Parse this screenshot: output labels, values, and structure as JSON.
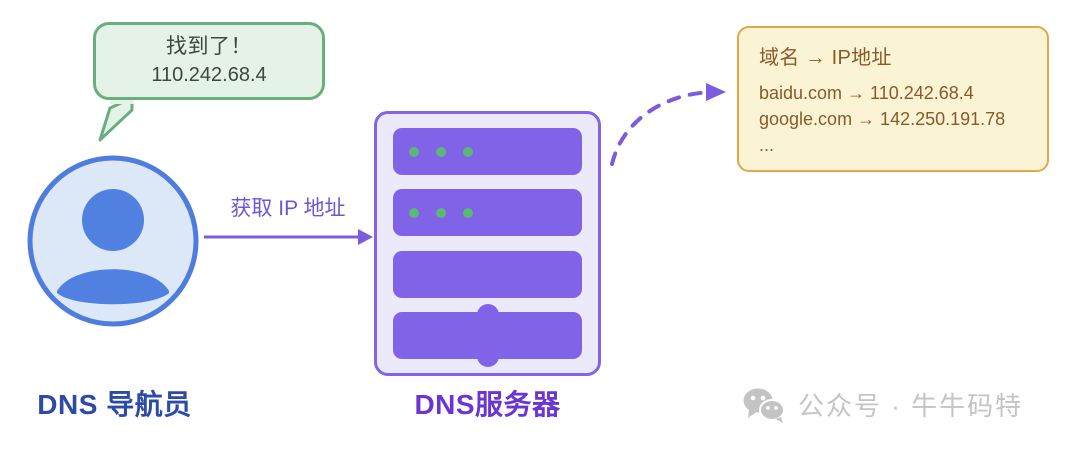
{
  "diagram": {
    "title": "DNS resolution flow",
    "colors": {
      "bubble_fill": "#e4f2e7",
      "bubble_border": "#6aae80",
      "avatar_fill": "#dce7f8",
      "avatar_border": "#4e7ddd",
      "avatar_figure": "#5181e0",
      "server_fill": "#ece9fb",
      "server_border": "#8165e6",
      "rack_fill": "#8163e8",
      "led_green": "#5cb874",
      "arrow_purple": "#7b5ce0",
      "card_fill": "#faf4d5",
      "card_border": "#dfa84b",
      "card_text": "#8a5a2b",
      "label_blue": "#2d4aa8",
      "label_purple": "#6a35d0",
      "watermark_gray": "#c4c4c4"
    }
  },
  "bubble": {
    "line1": "找到了！",
    "line2": "110.242.68.4"
  },
  "client": {
    "icon": "user-avatar-icon",
    "label": "DNS 导航员"
  },
  "request": {
    "label": "获取 IP 地址",
    "icon": "right-arrow-icon"
  },
  "server": {
    "label": "DNS服务器",
    "racks": [
      {
        "leds": 3
      },
      {
        "leds": 3
      },
      {
        "leds": 0
      },
      {
        "leds": 0
      }
    ]
  },
  "lookup": {
    "icon": "dashed-curved-arrow-icon"
  },
  "dns_table": {
    "title": "域名 → IP地址",
    "rows": [
      "baidu.com → 110.242.68.4",
      "google.com → 142.250.191.78",
      "..."
    ]
  },
  "watermark": {
    "icon": "wechat-icon",
    "text": "公众号 · 牛牛码特"
  }
}
